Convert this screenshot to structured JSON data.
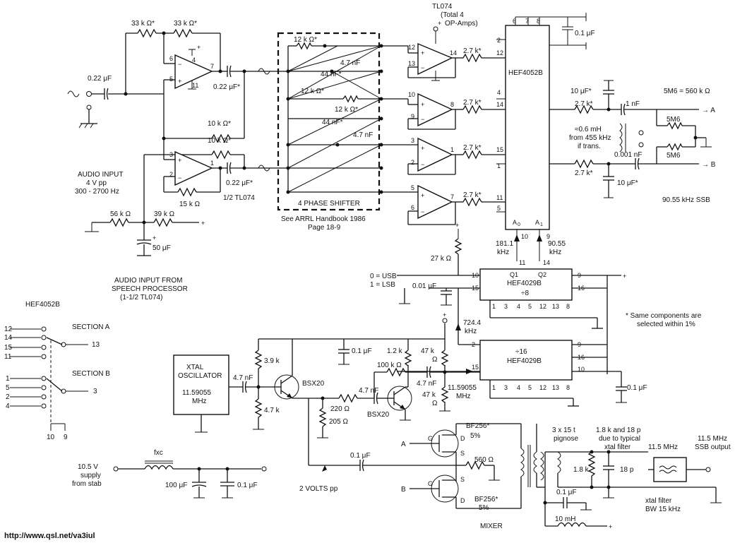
{
  "labels": {
    "r_33k_a": "33 k Ω*",
    "r_33k_b": "33 k Ω*",
    "cap_022_in": "0.22 μF",
    "cap_022_out1": "0.22 μF*",
    "cap_022_out2": "0.22 μF*",
    "r_10k_a": "10 k Ω*",
    "r_10k_b": "10 k Ω*",
    "r_15k": "15 k Ω",
    "half_tl074": "1/2 TL074",
    "audio_input": "AUDIO INPUT",
    "audio_vpp": "4 V pp",
    "audio_range": "300 - 2700 Hz",
    "r_56k": "56 k Ω",
    "r_39k": "39 k Ω",
    "cap_50u": "50 μF",
    "speech_1": "AUDIO INPUT FROM",
    "speech_2": "SPEECH PROCESSOR",
    "speech_3": "(1-1/2 TL074)",
    "tl074_1": "TL074",
    "tl074_2": "(Total 4",
    "tl074_3": "OP-Amps)",
    "ps_r12k_a": "12 k Ω*",
    "ps_c47n_a": "4.7 nF",
    "ps_c44n_a": "44 nF*",
    "ps_r12k_b": "12 k Ω*",
    "ps_r12k_c": "12 k Ω*",
    "ps_c44n_b": "44 nF*",
    "ps_c47n_b": "4.7 nF",
    "phase_shifter": "4 PHASE SHIFTER",
    "arrl_1": "See ARRL Handbook 1986",
    "arrl_2": "Page 18-9",
    "r_27k_1": "2.7 k*",
    "r_27k_2": "2.7 k*",
    "r_27k_3": "2.7 k*",
    "r_27k_4": "2.7 k*",
    "hef4052b": "HEF4052B",
    "cap_01_top": "0.1 μF",
    "cap_10u_a": "10 μF*",
    "cap_1n": "1 nF",
    "r_27k_a": "2.7 k*",
    "r_27k_b": "2.7 k*",
    "cap_0001n": "0.001 nF",
    "cap_10u_b": "10 μF*",
    "ind_1": "≈0.6 mH",
    "ind_2": "from 455 kHz",
    "ind_3": "if trans.",
    "m6_eq": "5M6 = 560 k Ω",
    "m6_a": "5M6",
    "m6_b": "5M6",
    "out_a": "A",
    "out_b": "B",
    "ssb_freq": "90.55 kHz SSB",
    "a0": "A0",
    "a1": "A1",
    "freq_181": "181.1",
    "freq_181u": "kHz",
    "freq_9055": "90.55",
    "freq_9055u": "kHz",
    "r_27k_sel": "27 k Ω",
    "usb": "0 = USB",
    "lsb": "1 = LSB",
    "cap_001u": "0.01 μF",
    "hef4029b_1": "HEF4029B",
    "div8": "÷8",
    "hef4029b_2": "HEF4029B",
    "div16": "÷16",
    "f724_1": "724.4",
    "f724_2": "kHz",
    "note_1": "* Same components are",
    "note_2": "selected within 1%",
    "hef_switch": "HEF4052B",
    "section_a": "SECTION A",
    "section_b": "SECTION B",
    "osc_1": "XTAL",
    "osc_2": "OSCILLATOR",
    "osc_3": "11.59055",
    "osc_4": "MHz",
    "r_39k_osc": "3.9 k",
    "r_47k_osc": "4.7 k",
    "cap_47n_a": "4.7 nF",
    "bsx20_a": "BSX20",
    "cap_01_mid": "0.1 μF",
    "r_12k": "1.2 k",
    "r_47k_mid": "47 k",
    "r_47k_mid_u": "Ω",
    "r_100k": "100 k Ω",
    "cap_47n_b": "4.7 nF",
    "cap_47n_c": "4.7 nF",
    "r_220": "220 Ω",
    "r_205": "205 Ω",
    "bsx20_b": "BSX20",
    "r_47k_low": "47 k",
    "r_47k_low_u": "Ω",
    "f1159_1": "11.59055",
    "f1159_2": "MHz",
    "cap_01_r": "0.1 μF",
    "fxc": "fxc",
    "sup_1": "10.5 V",
    "sup_2": "supply",
    "sup_3": "from stab",
    "cap_100u": "100 μF",
    "cap_01_sup": "0.1 μF",
    "cap_01_mix": "0.1 μF",
    "volts": "2 VOLTS pp",
    "bf256_a": "BF256*",
    "bf256_a_t": "5%",
    "bf256_b": "BF256*",
    "bf256_b_t": "5%",
    "r_560": "560 Ω",
    "mixer": "MIXER",
    "tr_1": "3 x 15 t",
    "tr_2": "pignose",
    "note_18_1": "1.8 k and 18 p",
    "note_18_2": "due to typical",
    "note_18_3": "xtal filter",
    "r_18k": "1.8 k",
    "cap_18p": "18 p",
    "f115": "11.5 MHz",
    "out_115_1": "11.5 MHz",
    "out_115_2": "SSB output",
    "xf_1": "xtal filter",
    "xf_2": "BW 15 kHz",
    "cap_01_out": "0.1 μF",
    "ind_10m": "10 mH",
    "url": "http://www.qsl.net/va3iul"
  }
}
